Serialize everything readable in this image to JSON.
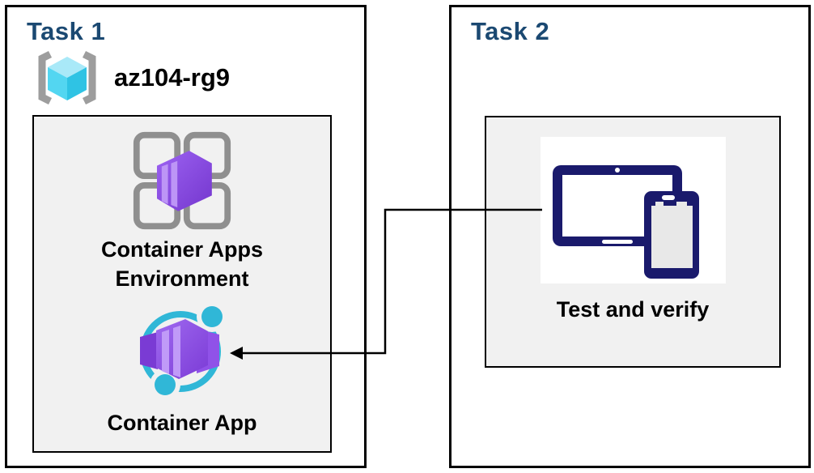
{
  "task1": {
    "title": "Task 1",
    "resource_group_name": "az104-rg9",
    "environment_label": "Container Apps Environment",
    "container_app_label": "Container App"
  },
  "task2": {
    "title": "Task 2",
    "device_label": "Test and verify"
  },
  "connector": {
    "from": "tablet-and-phone-icon",
    "to": "container-app-icon",
    "style": "elbow-arrow"
  },
  "icons": {
    "resource_group": "resource-group-icon",
    "environment": "container-apps-environment-icon",
    "container_app": "container-app-icon",
    "devices": "tablet-and-phone-icon"
  },
  "colors": {
    "task_title": "#1B4972",
    "box_border": "#000000",
    "inner_box_fill": "#F1F1F1",
    "connector": "#000000",
    "bracket_gray": "#9D9D9D",
    "cube_cyan_top": "#A9E9F8",
    "cube_cyan_left": "#53D6F1",
    "cube_cyan_right": "#2FC3E4",
    "grid_gray": "#8F8F8F",
    "container_purple_light": "#A06AF0",
    "container_purple_dark": "#7436CE",
    "container_stripe": "#BD95F6",
    "app_ring_cyan": "#30B7D7",
    "devices_navy": "#1A1A6C",
    "phone_screen_gray": "#E8E8E8"
  }
}
